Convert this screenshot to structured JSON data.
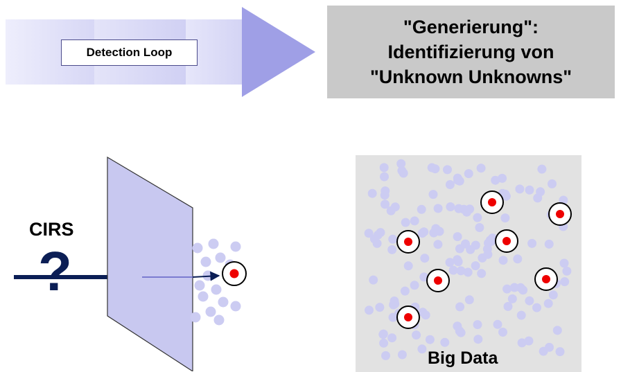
{
  "process": {
    "loop_label": "Detection Loop"
  },
  "generation": {
    "lines": [
      "\"Generierung\":",
      "Identifizierung von",
      "\"Unknown Unknowns\""
    ]
  },
  "filter": {
    "label": "CIRS",
    "symbol": "?"
  },
  "bigdata": {
    "label": "Big Data"
  },
  "colors": {
    "arrow_fill": "#9f9fe6",
    "process_bar": "#d6d6f5",
    "gen_box": "#c9c9c9",
    "filter_plane": "#c8c8f0",
    "arrow_dark": "#0b1e55",
    "dot_light": "#ccccf2",
    "target_red": "#ee0000",
    "panel_bg": "#e2e2e2"
  }
}
